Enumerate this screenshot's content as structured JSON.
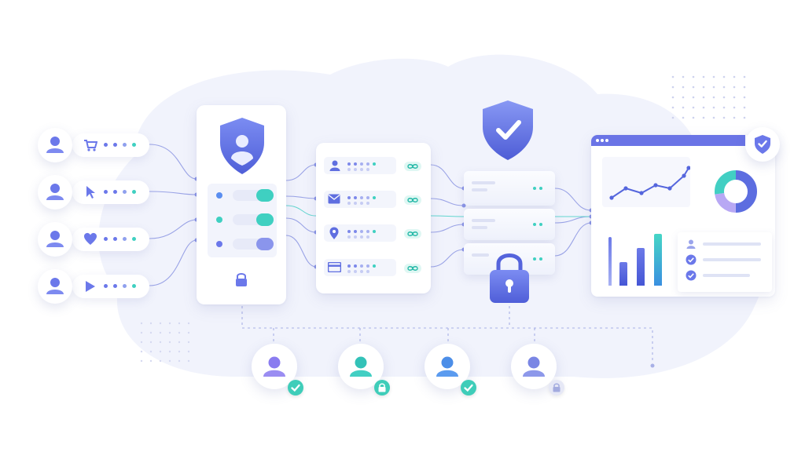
{
  "colors": {
    "indigo": "#6b78ea",
    "violet": "#8a7cf0",
    "teal": "#3fd0c1",
    "blue": "#4c8ee8",
    "lavender_bg": "#eef1fc",
    "light_lavender": "#b6bdf2"
  },
  "icons": {
    "inputs": [
      "cart-icon",
      "cursor-icon",
      "heart-icon",
      "play-icon"
    ],
    "records": [
      "user-icon",
      "mail-icon",
      "location-pin-icon",
      "card-icon"
    ],
    "consent_toggles": 3,
    "bottom_users": [
      {
        "avatar": "user-avatar-violet",
        "badge": "check-badge-icon"
      },
      {
        "avatar": "user-avatar-teal",
        "badge": "lock-badge-icon"
      },
      {
        "avatar": "user-avatar-blue",
        "badge": "check-badge-icon"
      },
      {
        "avatar": "user-avatar-gray",
        "badge": "lock-badge-gray-icon"
      }
    ]
  }
}
